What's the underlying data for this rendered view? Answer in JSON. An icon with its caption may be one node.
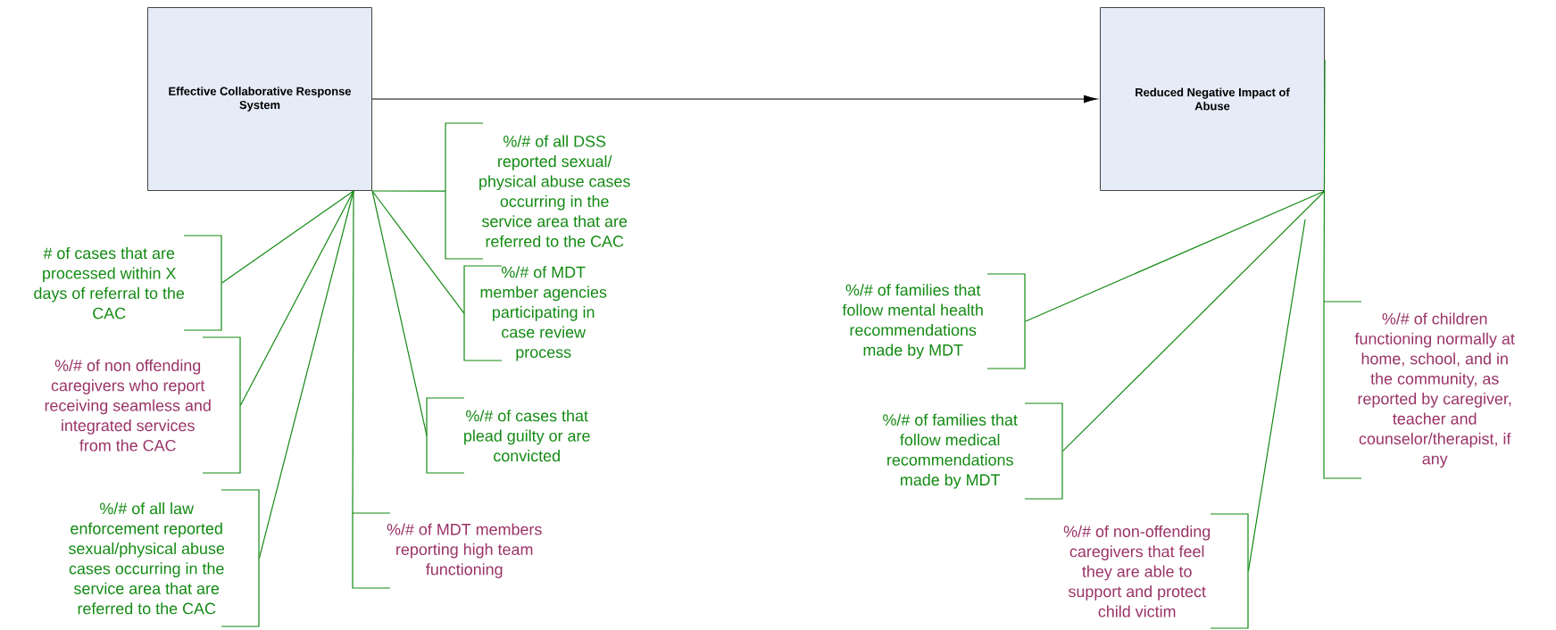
{
  "diagram": {
    "nodes": [
      {
        "text": [
          "Effective Collaborative Response System"
        ]
      },
      {
        "text": [
          "Reduced Negative Impact of Abuse"
        ]
      },
      {
        "text": [
          "%/# of all DSS reported sexual/ physical abuse cases occurring in the service area that are referred to the CAC"
        ]
      },
      {
        "text": [
          "# of cases that are processed within X days of referral to the CAC"
        ]
      },
      {
        "text": [
          "%/# of MDT member agencies participating in case review process"
        ]
      },
      {
        "text": [
          "%/# of non offending caregivers who report receiving seamless and integrated services from the CAC"
        ]
      },
      {
        "text": [
          "%/# of cases that plead guilty or are convicted"
        ]
      },
      {
        "text": [
          "%/# of all law enforcement reported sexual/physical abuse cases occurring in the service area that are referred to the CAC"
        ]
      },
      {
        "text": [
          "%/# of MDT members reporting high team functioning"
        ]
      },
      {
        "text": [
          "%/# of families that follow mental health recommendations made by MDT"
        ]
      },
      {
        "text": [
          "%/# of children functioning normally at home, school, and in the community, as reported by caregiver, teacher and counselor/therapist, if any"
        ]
      },
      {
        "text": [
          "%/# of families that follow medical recommendations made by MDT"
        ]
      },
      {
        "text": [
          "%/# of non-offending caregivers that feel they are able to support and protect child victim"
        ]
      }
    ],
    "edges": [
      {
        "from": 0,
        "to": 1,
        "arrow": "to",
        "color": "#000000"
      },
      {
        "from": 0,
        "to": 2,
        "arrow": "none"
      },
      {
        "from": 0,
        "to": 3,
        "arrow": "none"
      },
      {
        "from": 0,
        "to": 4,
        "arrow": "none"
      },
      {
        "from": 0,
        "to": 5,
        "arrow": "none"
      },
      {
        "from": 0,
        "to": 6,
        "arrow": "none"
      },
      {
        "from": 0,
        "to": 7,
        "arrow": "none"
      },
      {
        "from": 0,
        "to": 8,
        "arrow": "none"
      },
      {
        "from": 1,
        "to": 9,
        "arrow": "none"
      },
      {
        "from": 1,
        "to": 10,
        "arrow": "none"
      },
      {
        "from": 1,
        "to": 11,
        "arrow": "none"
      },
      {
        "from": null,
        "to": 12,
        "arrow": "none"
      }
    ]
  }
}
